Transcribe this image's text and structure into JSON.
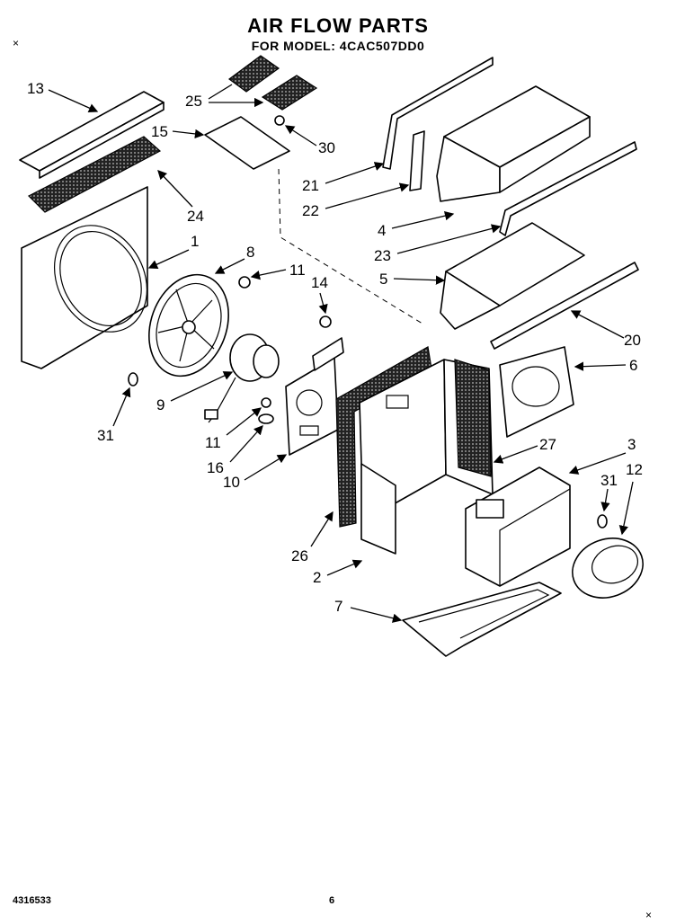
{
  "header": {
    "title": "AIR FLOW PARTS",
    "subtitle": "FOR MODEL: 4CAC507DD0"
  },
  "footer": {
    "doc_number": "4316533",
    "page_number": "6"
  },
  "callouts": [
    "13",
    "25",
    "15",
    "30",
    "21",
    "22",
    "4",
    "23",
    "5",
    "20",
    "6",
    "24",
    "1",
    "8",
    "11",
    "14",
    "9",
    "31",
    "11",
    "16",
    "10",
    "26",
    "2",
    "27",
    "3",
    "31",
    "12",
    "7"
  ]
}
